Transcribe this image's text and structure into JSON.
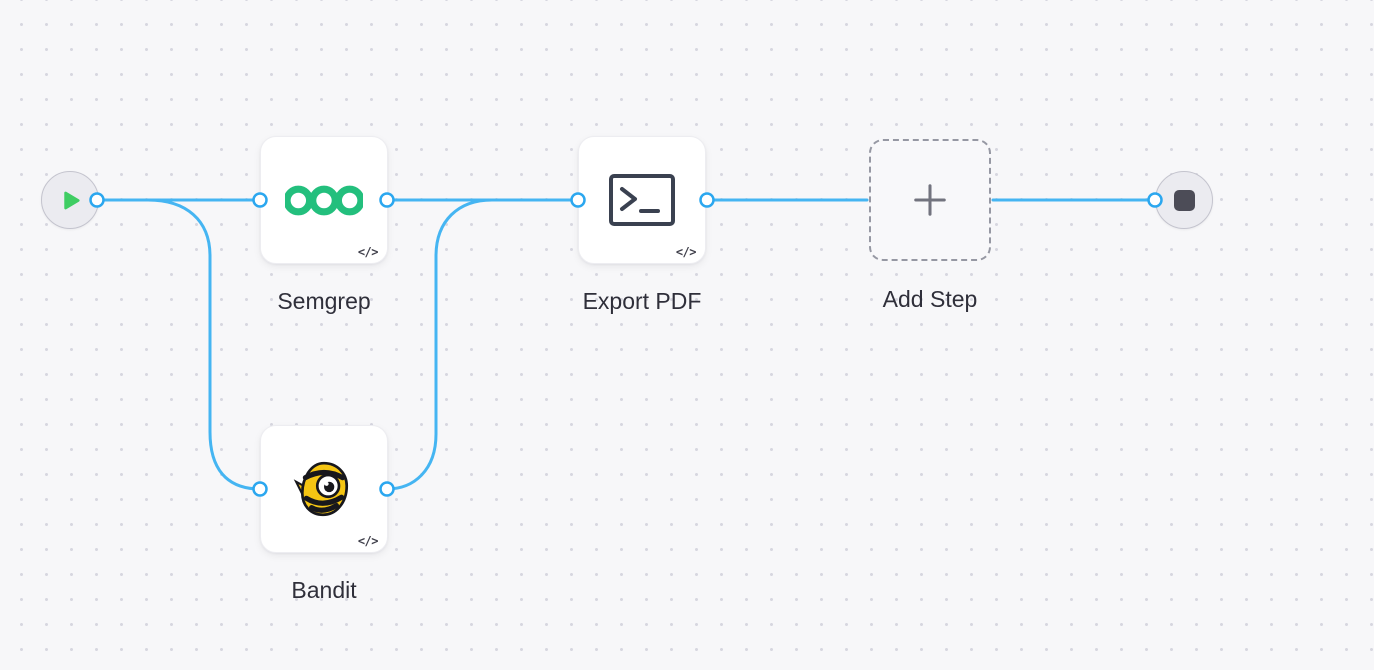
{
  "canvas": {
    "background": "#f7f7f9",
    "dot_color": "#d7d7e0"
  },
  "colors": {
    "connection": "#45b5f2",
    "port_stroke": "#2ba7ef",
    "label_text": "#2f2f3a",
    "semgrep_green": "#23bf7d",
    "play_green": "#3fcd63",
    "stop_square": "#4c4c57",
    "bandit_yellow": "#f5c513",
    "add_step_border": "#9698a3",
    "terminal_icon": "#3a4150"
  },
  "nodes": {
    "start": {
      "icon": "play-icon"
    },
    "semgrep": {
      "label": "Semgrep",
      "icon": "semgrep-logo",
      "badge": "</>"
    },
    "bandit": {
      "label": "Bandit",
      "icon": "bandit-logo",
      "badge": "</>"
    },
    "export_pdf": {
      "label": "Export PDF",
      "icon": "terminal-window-icon",
      "badge": "</>"
    },
    "add_step": {
      "label": "Add Step",
      "icon": "plus-icon"
    },
    "end": {
      "icon": "stop-icon"
    }
  }
}
